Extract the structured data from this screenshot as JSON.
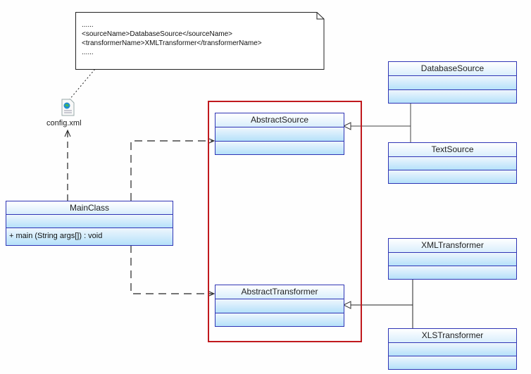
{
  "note": {
    "lines": [
      "......",
      "<sourceName>DatabaseSource</sourceName>",
      "<transformerName>XMLTransformer</transformerName>",
      "......"
    ]
  },
  "config_file": {
    "label": "config.xml",
    "icon": "xml-file-icon"
  },
  "classes": {
    "main": {
      "name": "MainClass",
      "operations": [
        "+  main (String args[])  : void"
      ]
    },
    "abstract_source": {
      "name": "AbstractSource"
    },
    "abstract_transformer": {
      "name": "AbstractTransformer"
    },
    "database_source": {
      "name": "DatabaseSource"
    },
    "text_source": {
      "name": "TextSource"
    },
    "xml_transformer": {
      "name": "XMLTransformer"
    },
    "xls_transformer": {
      "name": "XLSTransformer"
    }
  },
  "colors": {
    "class_border": "#2f35b5",
    "class_fill": "#b5e1fa",
    "highlight_box": "#c0191d",
    "connector": "#222222"
  }
}
